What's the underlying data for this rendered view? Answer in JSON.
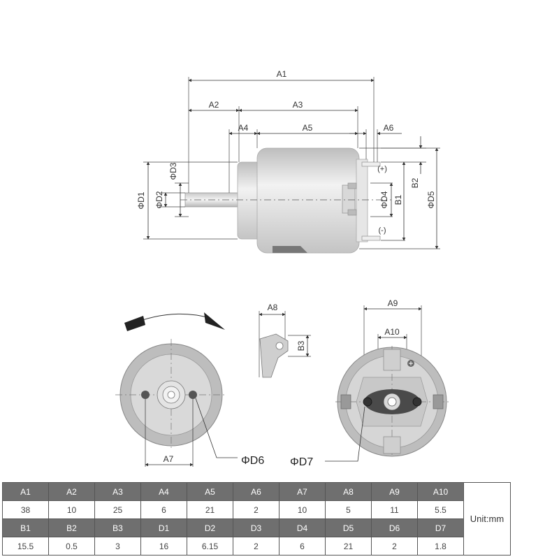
{
  "dimension_labels": {
    "A1": "A1",
    "A2": "A2",
    "A3": "A3",
    "A4": "A4",
    "A5": "A5",
    "A6": "A6",
    "A7": "A7",
    "A8": "A8",
    "A9": "A9",
    "A10": "A10",
    "B1": "B1",
    "B2": "B2",
    "B3": "B3",
    "D1": "ΦD1",
    "D2": "ΦD2",
    "D3": "ΦD3",
    "D4": "ΦD4",
    "D5": "ΦD5",
    "D6": "ΦD6",
    "D7": "ΦD7"
  },
  "terminals": {
    "positive": "(+)",
    "negative": "(-)"
  },
  "table": {
    "row1_headers": [
      "A1",
      "A2",
      "A3",
      "A4",
      "A5",
      "A6",
      "A7",
      "A8",
      "A9",
      "A10"
    ],
    "row1_values": [
      "38",
      "10",
      "25",
      "6",
      "21",
      "2",
      "10",
      "5",
      "11",
      "5.5"
    ],
    "row2_headers": [
      "B1",
      "B2",
      "B3",
      "D1",
      "D2",
      "D3",
      "D4",
      "D5",
      "D6",
      "D7"
    ],
    "row2_values": [
      "15.5",
      "0.5",
      "3",
      "16",
      "6.15",
      "2",
      "6",
      "21",
      "2",
      "1.8"
    ],
    "unit": "Unit:mm"
  },
  "colors": {
    "body": "#d9d9d9",
    "body_dark": "#a6a6a6",
    "table_header": "#6f6f6f",
    "line": "#333333"
  }
}
